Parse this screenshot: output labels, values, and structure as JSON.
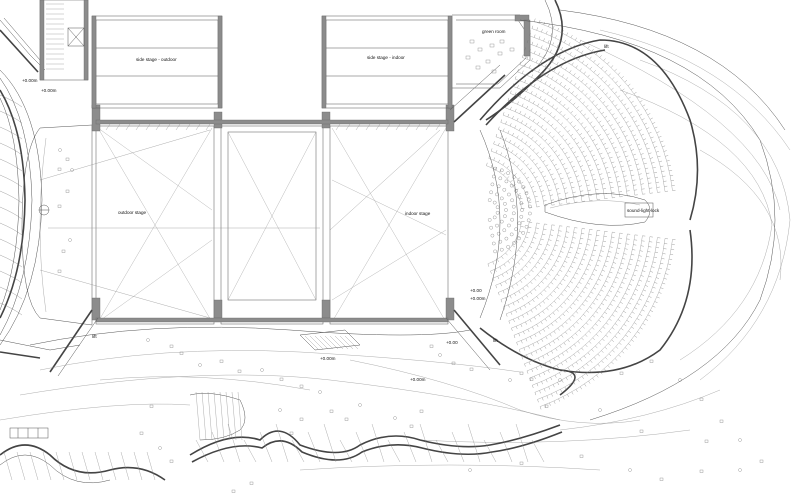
{
  "labels": {
    "side_stage_outdoor": "side stage - outdoor",
    "side_stage_indoor": "side stage - indoor",
    "outdoor_stage": "outdoor stage",
    "indoor_stage": "indoor stage",
    "sound_light_lock": "sound-light-lock",
    "green_room": "green room",
    "lift": "lift",
    "lift_small": "lift",
    "lift_lower": "lift"
  },
  "levels": {
    "upper_left": "+0.00m",
    "upper_left_2": "+0.00m",
    "right_side_1": "+0.00",
    "right_side_2": "+0.00m",
    "lower_mid": "+0.00m",
    "lower_mid_2": "+0.00m",
    "lower_small": "+0.00"
  }
}
